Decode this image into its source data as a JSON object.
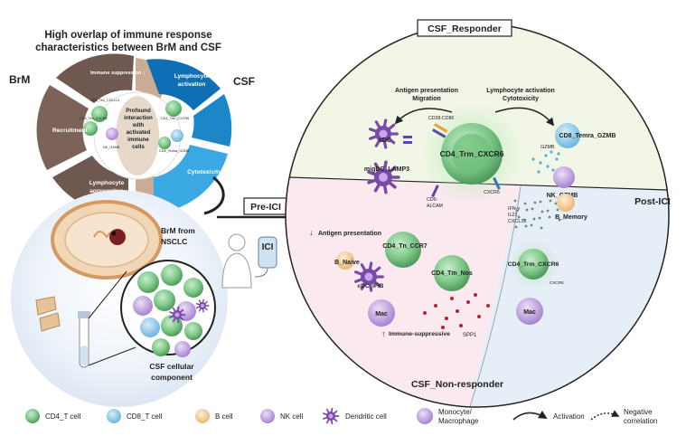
{
  "left_panel": {
    "title_line1": "High overlap of immune response",
    "title_line2": "characteristics between BrM and CSF",
    "brm_label": "BrM",
    "csf_label": "CSF",
    "immune_suppression": "Immune suppression ↓",
    "recruitment": "Recruitment",
    "lymphocyte_aggregation_1": "Lymphocyte",
    "lymphocyte_aggregation_2": "aggregation",
    "lymphocyte_activation_1": "Lymphocyte",
    "lymphocyte_activation_2": "activation",
    "cytotoxicity": "Cytotoxicity",
    "center_lines": [
      "Profound",
      "interaction",
      "with",
      "activated",
      "immune",
      "cells"
    ],
    "mini_labels": [
      "CD8_Tex_CXCL13",
      "CD4_Tex_CXCR6",
      "NK_GZMB",
      "CD4_Trm_CXCR6",
      "CD8_Temra_GZMB"
    ],
    "brm_from_1": "BrM from",
    "brm_from_2": "NSCLC",
    "csf_component_1": "CSF cellular",
    "csf_component_2": "component",
    "pre_ici": "Pre-ICI",
    "ici": "ICI"
  },
  "right_panel": {
    "responder_title": "CSF_Responder",
    "non_responder_title": "CSF_Non-responder",
    "post_ici": "Post-ICI",
    "antigen_migration_1": "Antigen presentation",
    "antigen_migration_2": "Migration",
    "lymph_cyto_1": "Lymphocyte activation",
    "lymph_cyto_2": "Cytotoxicity",
    "cd28_cd86": "CD28-CD86",
    "cdc": "cDC",
    "migdc": "migDC_LAMP3",
    "center_cell": "CD4_Trm_CXCR6",
    "cd6_alcam_1": "CD6-",
    "cd6_alcam_2": "ALCAM",
    "cxcr6": "CXCR6",
    "gzmb": "GZMB",
    "cd8_temra": "CD8_Temra_GZMB",
    "nk_gzmb": "NK_GZMB",
    "ifn": "IFN-γ",
    "il21": "IL21",
    "cxcl13": "CXCL13",
    "b_memory": "B_Memory",
    "antigen_down": "Antigen presentation",
    "cd4_tn": "CD4_Tn_CCR7",
    "b_naive": "B_Naive",
    "cd4_tm": "CD4_Tm_Nos",
    "cdc_ifib": "cDC_IFIB",
    "mac": "Mac",
    "immune_suppressive": "Immune-suppressive",
    "spp1": "SPP1",
    "cd4_trm_small": "CD4_Trm_CXCR6",
    "cxcr6_small": "CXCR6"
  },
  "legend": {
    "cd4": "CD4_T cell",
    "cd8": "CD8_T cell",
    "bcell": "B cell",
    "nk": "NK cell",
    "dc": "Dendritic cell",
    "mono_1": "Monocyte/",
    "mono_2": "Macrophage",
    "activation": "Activation",
    "neg_1": "Negative",
    "neg_2": "correlation"
  },
  "colors": {
    "cd4_green": "#7fc98a",
    "cd8_blue": "#8ec8e6",
    "bcell_yellow": "#f5d29a",
    "nk_purple": "#a98fd8",
    "dc_purple": "#8a5ab8",
    "mono_lilac": "#c4a6e6",
    "responder_bg": "#f1f6e6",
    "non_responder_bg": "#fbe9f0",
    "post_bg": "#e6eef8",
    "brm_dark": "#6f5850",
    "brm_tan": "#c9ac93",
    "csf_dark_blue": "#0f6fb5",
    "csf_light_blue": "#3aa8e2",
    "cytokine_red": "#b8242e",
    "cytokine_blue": "#5aaedc"
  }
}
